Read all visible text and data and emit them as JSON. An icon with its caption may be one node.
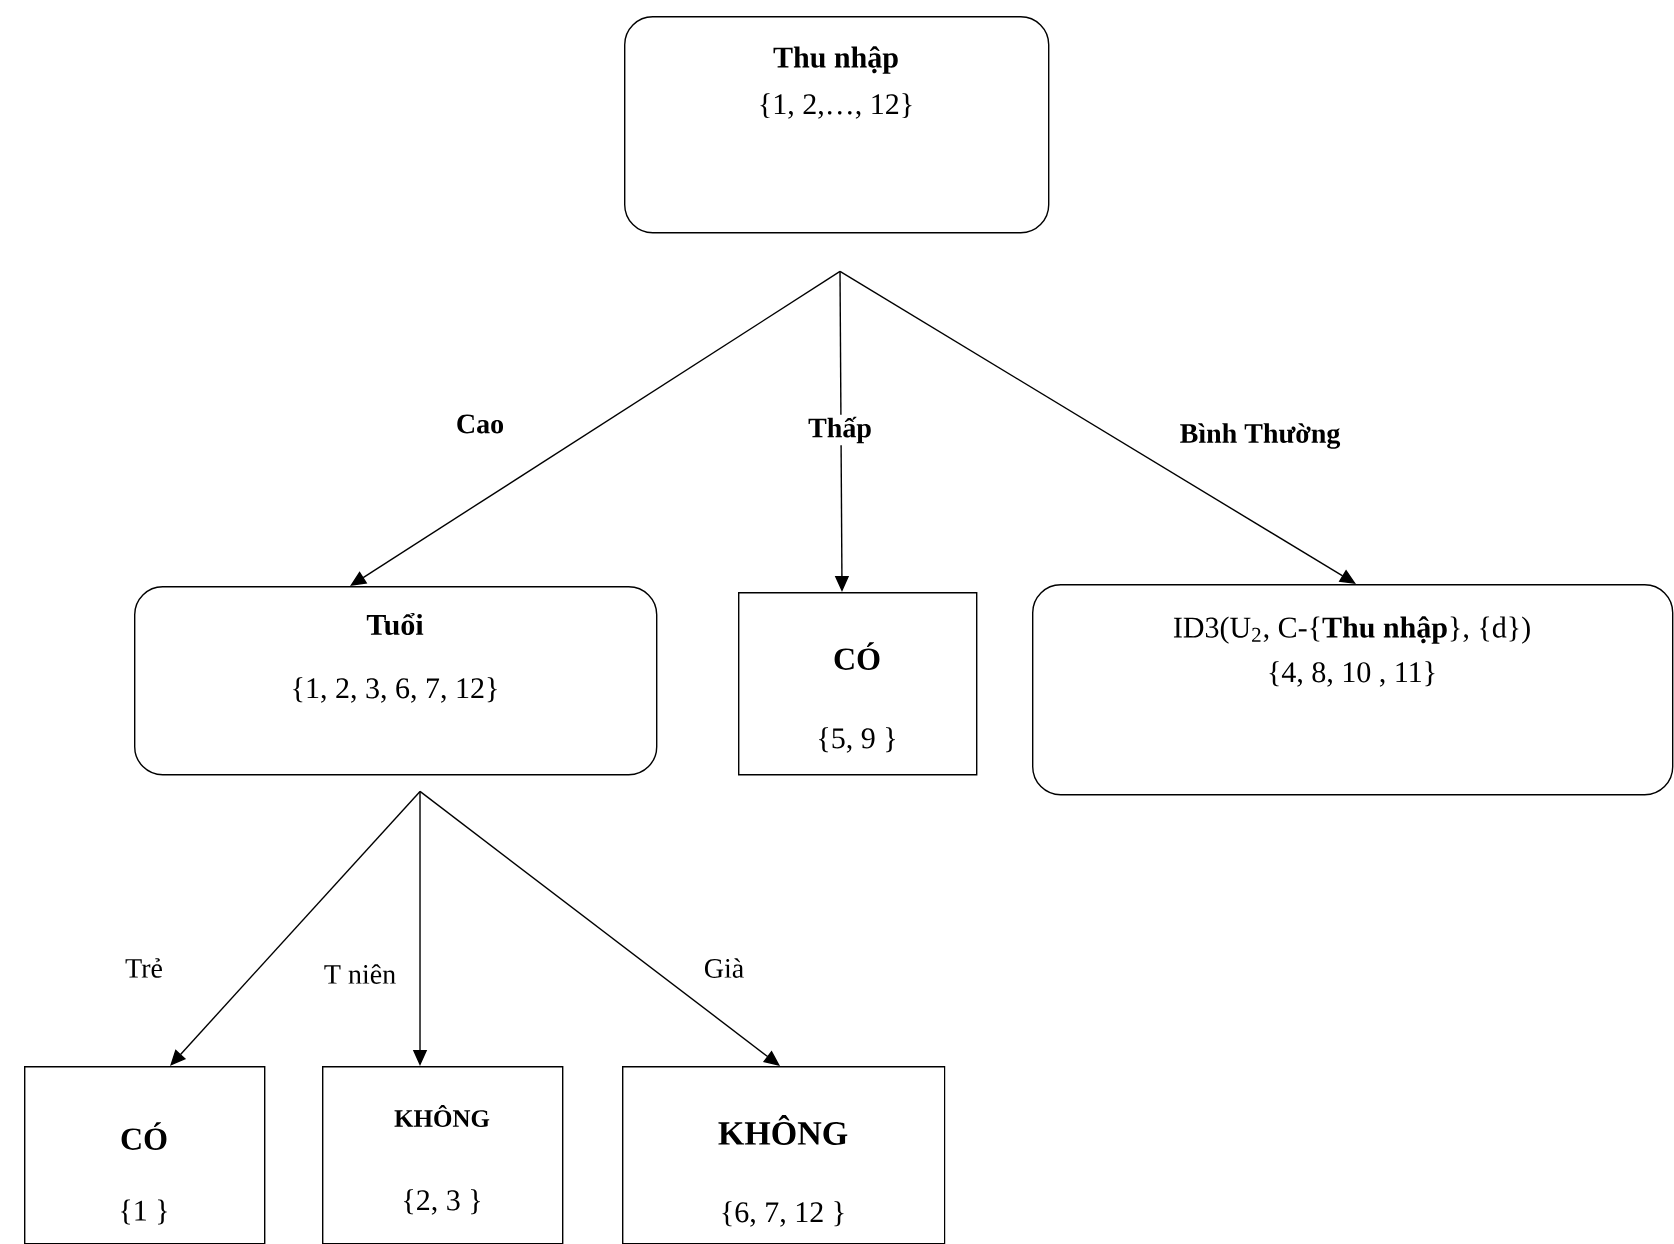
{
  "diagram": {
    "nodes": [
      {
        "text": [
          "Thu nhập",
          "{1, 2,…, 12}"
        ]
      },
      {
        "text": [
          "Tuổi",
          "{1, 2, 3, 6, 7, 12}"
        ]
      },
      {
        "text": [
          "CÓ",
          "{5, 9 }"
        ]
      },
      {
        "text": [
          "ID3(U$_{2}$, C-{**Thu nhập**}, {d})",
          "{4, 8, 10 , 11}"
        ]
      },
      {
        "text": [
          "CÓ",
          "{1 }"
        ]
      },
      {
        "text": [
          "KHÔNG",
          "{2, 3 }"
        ]
      },
      {
        "text": [
          "KHÔNG",
          "{6, 7, 12 }"
        ]
      }
    ],
    "edges": [
      {
        "from": 0,
        "to": 1,
        "arrow": "to",
        "label": "Cao"
      },
      {
        "from": 0,
        "to": 2,
        "arrow": "to",
        "label": "Thấp"
      },
      {
        "from": 0,
        "to": 3,
        "arrow": "to",
        "label": "Bình Thường"
      },
      {
        "from": 1,
        "to": 4,
        "arrow": "to",
        "label": "Trẻ"
      },
      {
        "from": 1,
        "to": 5,
        "arrow": "to",
        "label": "T niên"
      },
      {
        "from": 1,
        "to": 6,
        "arrow": "to",
        "label": "Già"
      }
    ]
  }
}
